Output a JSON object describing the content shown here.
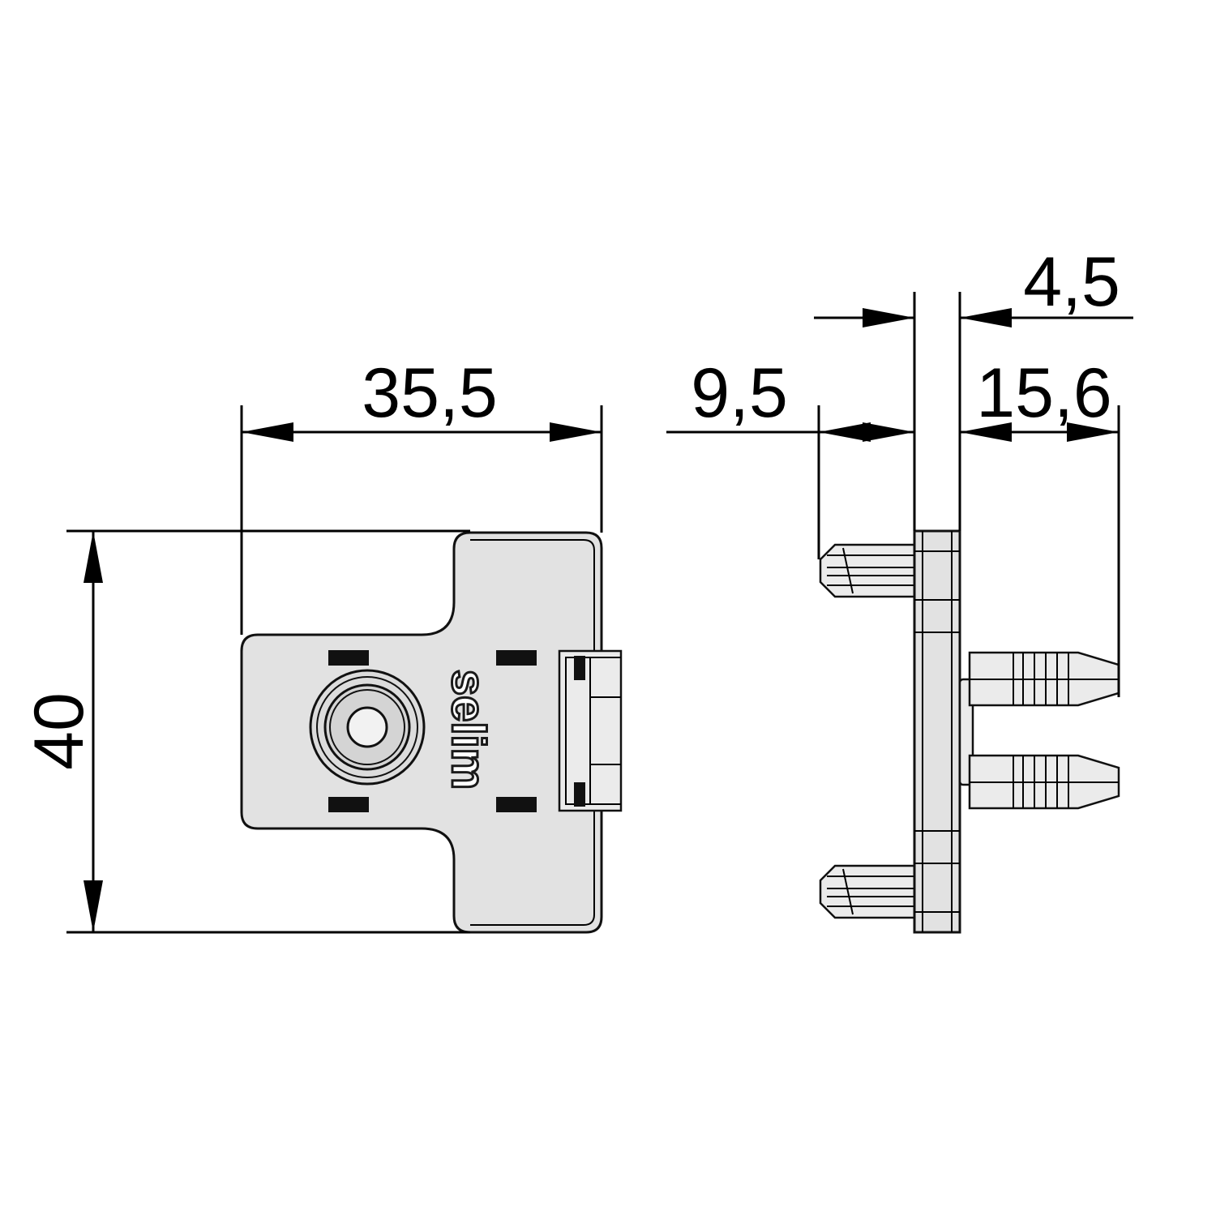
{
  "dimensions": {
    "width": "35,5",
    "height": "40",
    "pin_short": "9,5",
    "plate_thickness": "4,5",
    "pin_long": "15,6"
  },
  "logo": "selim"
}
